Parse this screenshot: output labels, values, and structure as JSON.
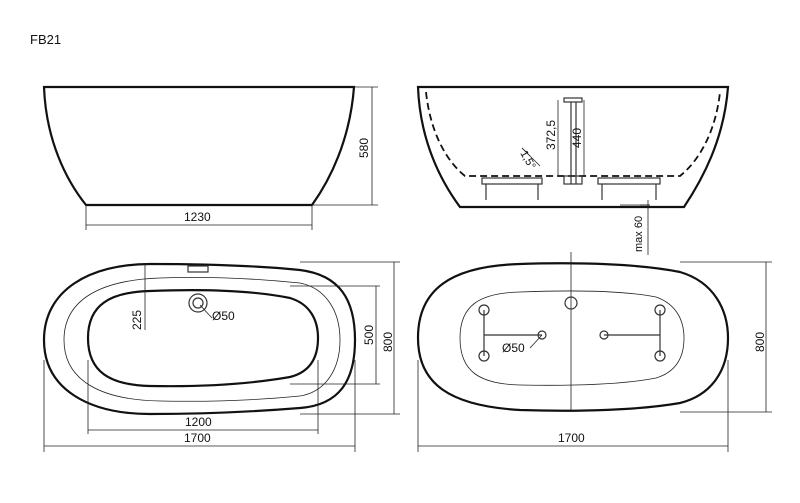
{
  "title": "FB21",
  "dimensions": {
    "side_width": "1230",
    "side_height": "580",
    "overflow_height": "372,5",
    "drain_height": "440",
    "slope": "1,5°",
    "feet_max": "max 60",
    "top_inner_offset": "225",
    "drain_diameter_left": "Ø50",
    "inner_width": "500",
    "outer_width_left": "800",
    "inner_length": "1200",
    "outer_length_left": "1700",
    "drain_diameter_bottom": "Ø50",
    "outer_width_right": "800",
    "outer_length_right": "1700"
  },
  "colors": {
    "line": "#111111",
    "background": "#ffffff"
  }
}
